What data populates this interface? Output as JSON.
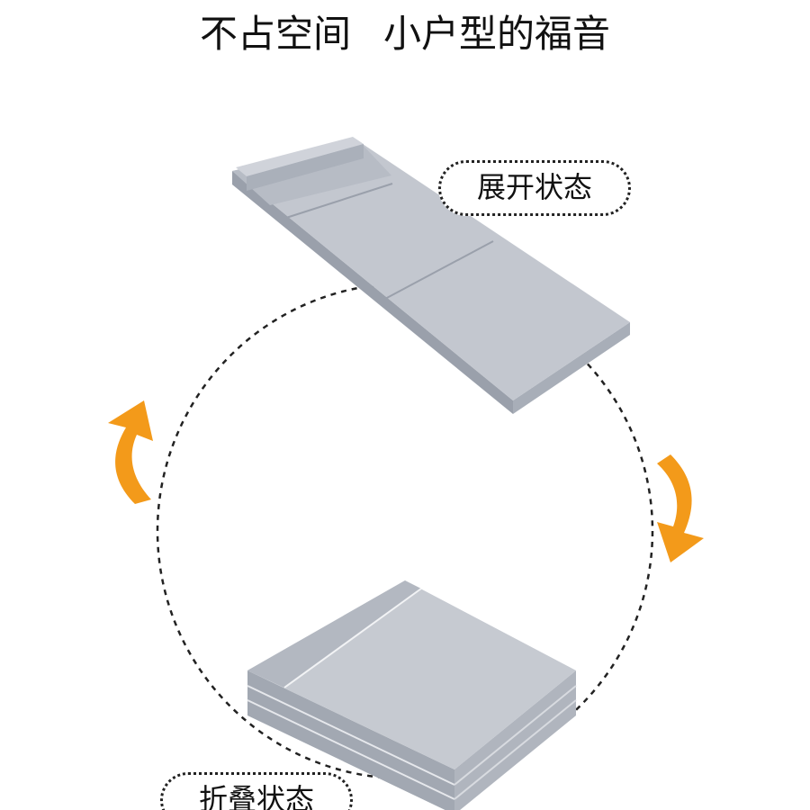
{
  "headline": {
    "highlighted": "不占空间",
    "rest": "小户型的福音"
  },
  "labels": {
    "unfolded": "展开状态",
    "folded": "折叠状态"
  },
  "colors": {
    "accent": "#f08c1a",
    "mattress": "#b9bec8",
    "mattress_side": "#9aa0ab"
  }
}
